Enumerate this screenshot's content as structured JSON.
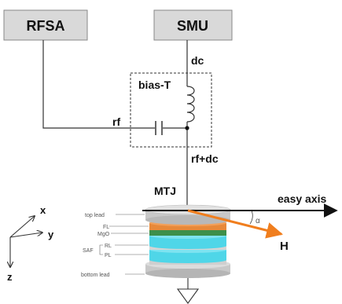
{
  "boxes": {
    "rfsa": "RFSA",
    "smu": "SMU"
  },
  "labels": {
    "dc": "dc",
    "bias_t": "bias-T",
    "rf": "rf",
    "rf_dc": "rf+dc",
    "mtj": "MTJ",
    "easy_axis": "easy axis",
    "alpha": "α",
    "field": "H"
  },
  "layers": {
    "top_lead": "top lead",
    "fl": "FL",
    "mgo": "MgO",
    "saf": "SAF",
    "rl": "RL",
    "pl": "PL",
    "bottom_lead": "bottom lead"
  },
  "axes": {
    "x": "x",
    "y": "y",
    "z": "z"
  },
  "colors": {
    "box_fill": "#d9d9d9",
    "lead_gray": "#c8c8c8",
    "free_layer": "#e8893a",
    "mgo": "#3d8f4a",
    "cyan": "#4fd6e8",
    "field_arrow": "#f07e1e"
  }
}
